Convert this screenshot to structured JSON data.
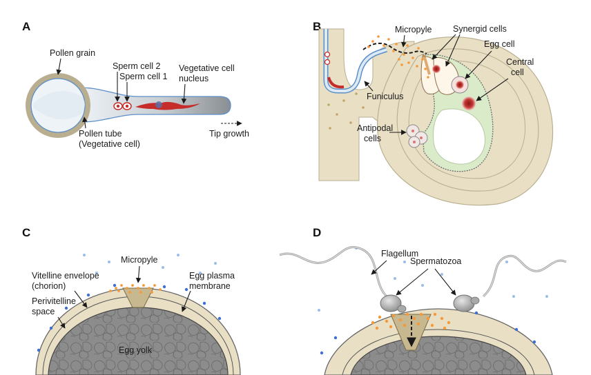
{
  "panels": {
    "a": {
      "letter": "A",
      "labels": {
        "pollen_grain": "Pollen grain",
        "sperm_cell_2": "Sperm cell 2",
        "sperm_cell_1": "Sperm cell 1",
        "vegetative_nucleus_1": "Vegetative cell",
        "vegetative_nucleus_2": "nucleus",
        "pollen_tube_1": "Pollen tube",
        "pollen_tube_2": "(Vegetative cell)",
        "tip_growth": "Tip growth"
      }
    },
    "b": {
      "letter": "B",
      "labels": {
        "micropyle": "Micropyle",
        "synergid_cells": "Synergid cells",
        "egg_cell": "Egg cell",
        "central_cell_1": "Central",
        "central_cell_2": "cell",
        "funiculus": "Funiculus",
        "antipodal_1": "Antipodal",
        "antipodal_2": "cells"
      }
    },
    "c": {
      "letter": "C",
      "labels": {
        "micropyle": "Micropyle",
        "vitelline_1": "Vitelline envelope",
        "vitelline_2": "(chorion)",
        "egg_plasma_1": "Egg plasma",
        "egg_plasma_2": "membrane",
        "perivitelline_1": "Perivitelline",
        "perivitelline_2": "space",
        "egg_yolk": "Egg yolk"
      }
    },
    "d": {
      "letter": "D",
      "labels": {
        "flagellum": "Flagellum",
        "spermatozoa": "Spermatozoa"
      }
    }
  },
  "colors": {
    "tan": "#e8dfc4",
    "tan_border": "#b9ae90",
    "light_blue": "#dde9f3",
    "blue_outline": "#5b8fc9",
    "sperm_red": "#c62c2a",
    "orange_dots": "#f39a3c",
    "blue_dots": "#3f6fd0",
    "green": "#d9ebc8",
    "yolk_grey": "#8f8f8f",
    "sperm_grey": "#b8b8b8"
  }
}
